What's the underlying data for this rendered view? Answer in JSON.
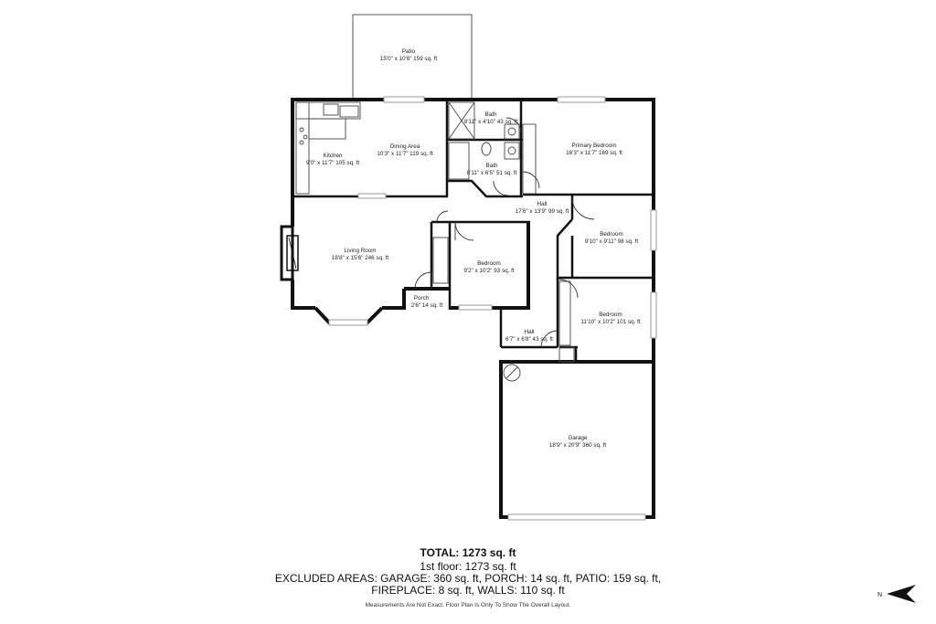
{
  "rooms": {
    "patio": {
      "name": "Patio",
      "dims": "15'0\" x 10'6\" 159 sq. ft"
    },
    "kitchen": {
      "name": "Kitchen",
      "dims": "9'0\" x 11'7\" 105 sq. ft"
    },
    "dining": {
      "name": "Dining Area",
      "dims": "10'3\" x 11'7\" 119 sq. ft"
    },
    "bath1": {
      "name": "Bath",
      "dims": "8'11\" x 4'10\" 43 sq. ft"
    },
    "bath2": {
      "name": "Bath",
      "dims": "8'11\" x 6'5\" 51 sq. ft"
    },
    "primary": {
      "name": "Primary Bedroom",
      "dims": "16'3\" x 11'7\" 169 sq. ft"
    },
    "hall1": {
      "name": "Hall",
      "dims": "17'6\" x 13'9\" 99 sq. ft"
    },
    "living": {
      "name": "Living Room",
      "dims": "18'8\" x 15'6\" 246 sq. ft"
    },
    "bedroom_mid": {
      "name": "Bedroom",
      "dims": "9'2\" x 10'2\" 93 sq. ft"
    },
    "bedroom_r1": {
      "name": "Bedroom",
      "dims": "9'10\" x 9'11\" 98 sq. ft"
    },
    "bedroom_r2": {
      "name": "Bedroom",
      "dims": "11'10\" x 10'2\" 101 sq. ft"
    },
    "porch": {
      "name": "Porch",
      "dims": "2'6\" 14 sq. ft"
    },
    "hall2": {
      "name": "Hall",
      "dims": "6'7\" x 6'8\" 43 sq. ft"
    },
    "garage": {
      "name": "Garage",
      "dims": "18'9\" x 20'9\" 360 sq. ft"
    }
  },
  "summary": {
    "total": "TOTAL: 1273 sq. ft",
    "floor1": "1st floor: 1273 sq. ft",
    "excluded_line1": "EXCLUDED AREAS: GARAGE: 360 sq. ft, PORCH: 14 sq. ft, PATIO: 159 sq. ft,",
    "excluded_line2": "FIREPLACE: 8 sq. ft, WALLS: 110 sq. ft",
    "disclaimer": "Measurements Are Not Exact. Floor Plan Is Only To Show The Overall Layout."
  },
  "compass": {
    "label": "N"
  }
}
